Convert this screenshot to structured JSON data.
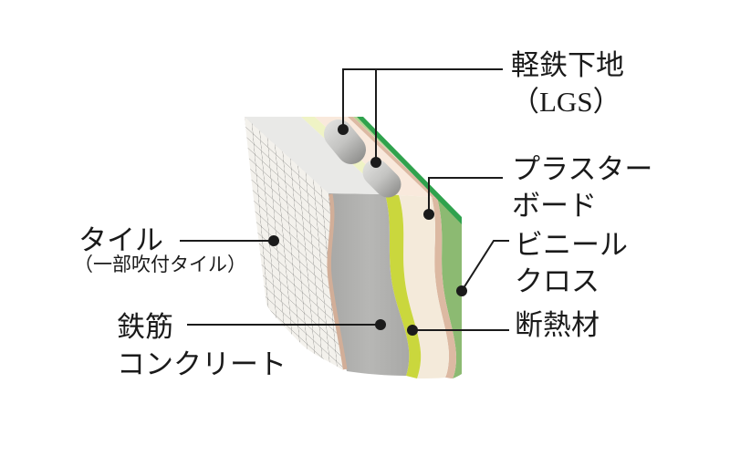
{
  "diagram": {
    "type": "wall-section-cutaway",
    "labels": {
      "lgs": {
        "line1": "軽鉄下地",
        "line2": "（LGS）"
      },
      "plasterboard": {
        "line1": "プラスター",
        "line2": "ボード"
      },
      "vinyl_cloth": {
        "line1": "ビニール",
        "line2": "クロス"
      },
      "insulation": {
        "text": "断熱材"
      },
      "tile": {
        "text": "タイル",
        "note": "（一部吹付タイル）"
      },
      "concrete": {
        "line1": "鉄筋",
        "line2": "コンクリート"
      }
    },
    "colors": {
      "background": "#ffffff",
      "tile_face": "#f3f1ec",
      "tile_grid": "#8a8a88",
      "tile_edge": "#d2ae98",
      "concrete_top": "#e9e9e7",
      "concrete_cut_light": "#b7b7b5",
      "concrete_cut_dark": "#a7a7a5",
      "insulation_top": "#eff3c5",
      "insulation_cut": "#cad73d",
      "cavity_top": "#f9e9dc",
      "cavity_cut": "#f4eada",
      "plasterboard_cut": "#dcb9a2",
      "vinyl_edge_dark": "#2fa24d",
      "vinyl_edge_light": "#b2d491",
      "vinyl_face": "#8cba72",
      "stud_light": "#e3e3e1",
      "stud_mid": "#c4c4c2",
      "stud_dark": "#8b8b89",
      "leader": "#1b1b1b"
    }
  }
}
